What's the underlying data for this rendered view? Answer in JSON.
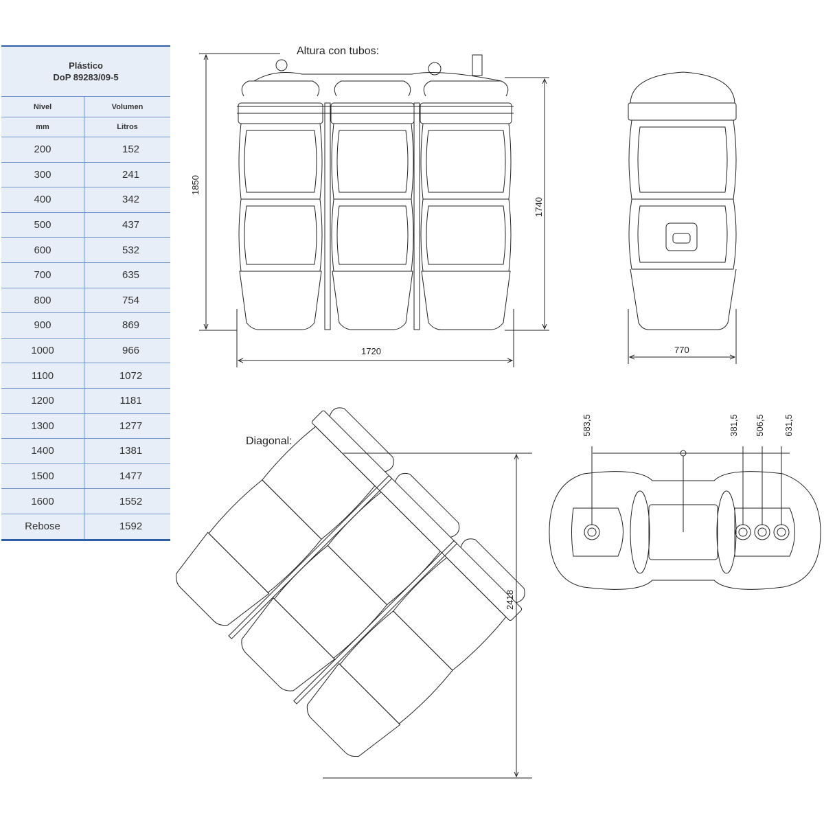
{
  "table": {
    "title_line1": "Plástico",
    "title_line2": "DoP 89283/09-5",
    "headers": [
      "Nivel",
      "Volumen"
    ],
    "units": [
      "mm",
      "Litros"
    ],
    "rows": [
      [
        "200",
        "152"
      ],
      [
        "300",
        "241"
      ],
      [
        "400",
        "342"
      ],
      [
        "500",
        "437"
      ],
      [
        "600",
        "532"
      ],
      [
        "700",
        "635"
      ],
      [
        "800",
        "754"
      ],
      [
        "900",
        "869"
      ],
      [
        "1000",
        "966"
      ],
      [
        "1100",
        "1072"
      ],
      [
        "1200",
        "1181"
      ],
      [
        "1300",
        "1277"
      ],
      [
        "1400",
        "1381"
      ],
      [
        "1500",
        "1477"
      ],
      [
        "1600",
        "1552"
      ],
      [
        "Rebose",
        "1592"
      ]
    ]
  },
  "front_view": {
    "label": "Altura con tubos:",
    "height_with_tubes": "1850",
    "height": "1740",
    "width": "1720"
  },
  "side_view": {
    "width": "770"
  },
  "diagonal_view": {
    "label": "Diagonal:",
    "diagonal": "2418"
  },
  "top_view": {
    "dims": [
      "583,5",
      "381,5",
      "506,5",
      "631,5"
    ]
  },
  "colors": {
    "table_border": "#2d5fa8",
    "table_bg": "#e8eef8",
    "line": "#222222"
  }
}
